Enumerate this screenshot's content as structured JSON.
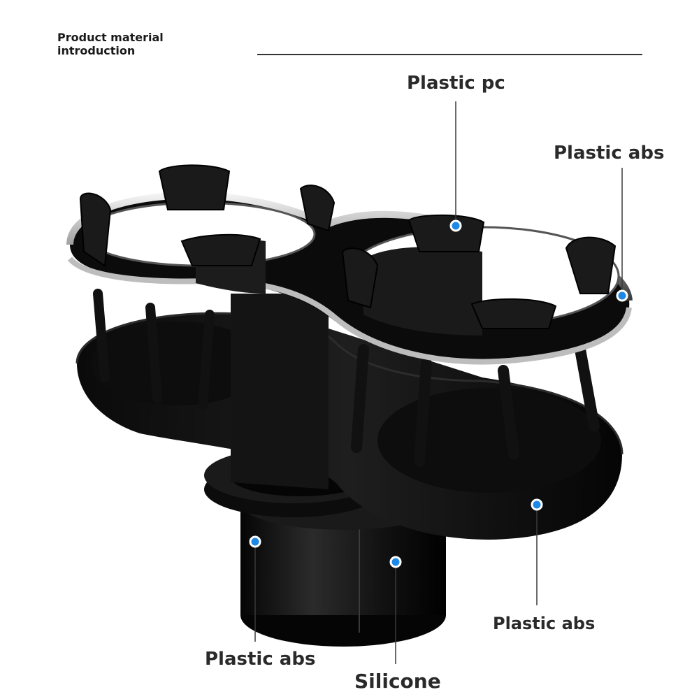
{
  "header": {
    "title_line1": "Product material",
    "title_line2": "introduction"
  },
  "callouts": {
    "plastic_pc": "Plastic pc",
    "plastic_abs_right": "Plastic abs",
    "plastic_abs_bottom": "Plastic abs",
    "plastic_abs_left": "Plastic abs",
    "silicone": "Silicone"
  },
  "colors": {
    "marker": "#1e88e5",
    "product": "#111111",
    "chrome": "#c9c9c9"
  }
}
